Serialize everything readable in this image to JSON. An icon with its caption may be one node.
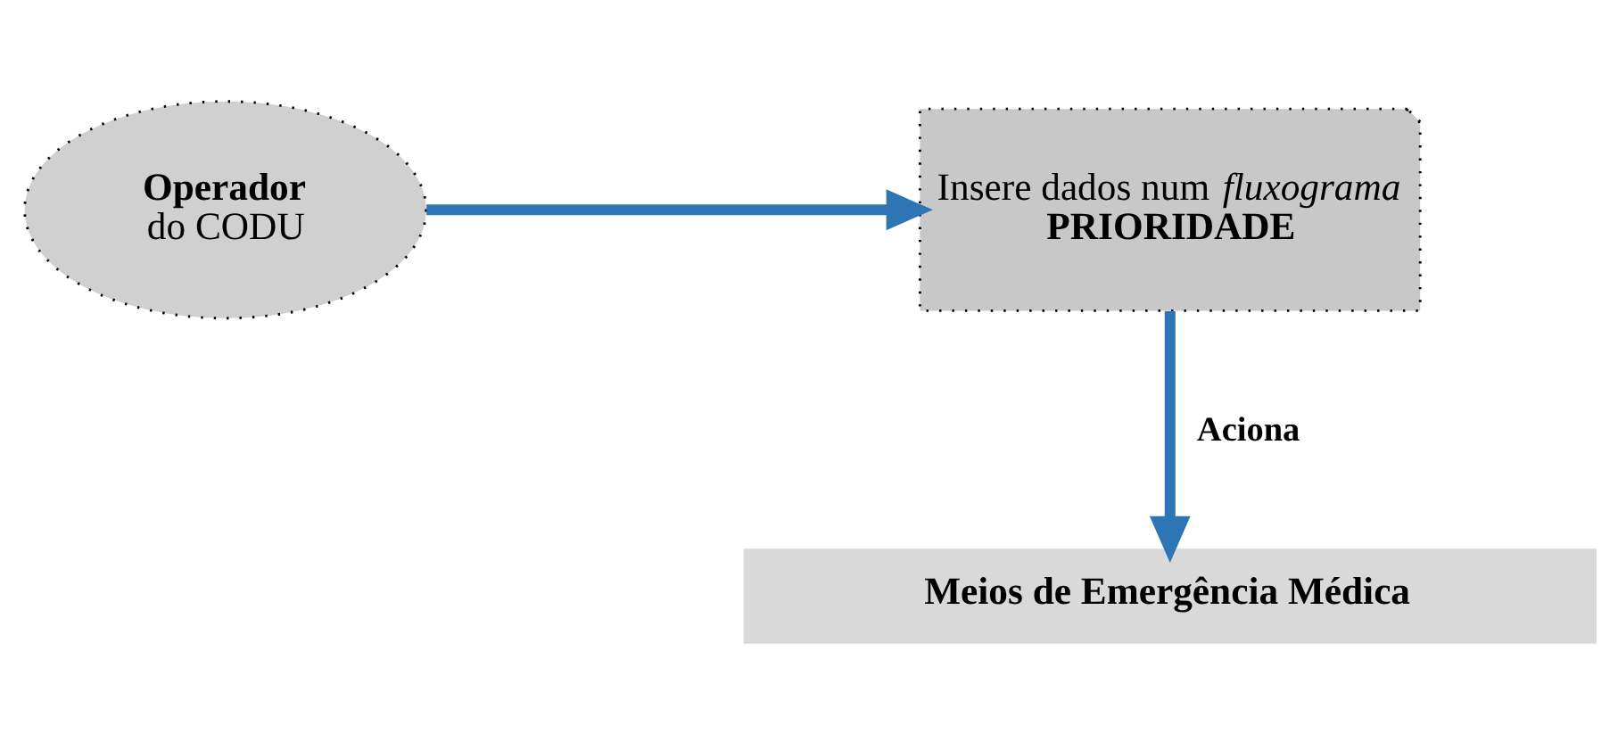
{
  "diagram": {
    "nodes": [
      {
        "text": [
          "Operador",
          "do CODU"
        ]
      },
      {
        "text": [
          "Insere dados num *fluxograma*",
          "PRIORIDADE"
        ]
      },
      {
        "text": [
          "Meios de Emergência Médica"
        ]
      }
    ],
    "edges": [
      {
        "from": 0,
        "to": 1,
        "arrow": "to"
      },
      {
        "from": 1,
        "to": 2,
        "arrow": "to",
        "label": "Aciona"
      }
    ]
  }
}
